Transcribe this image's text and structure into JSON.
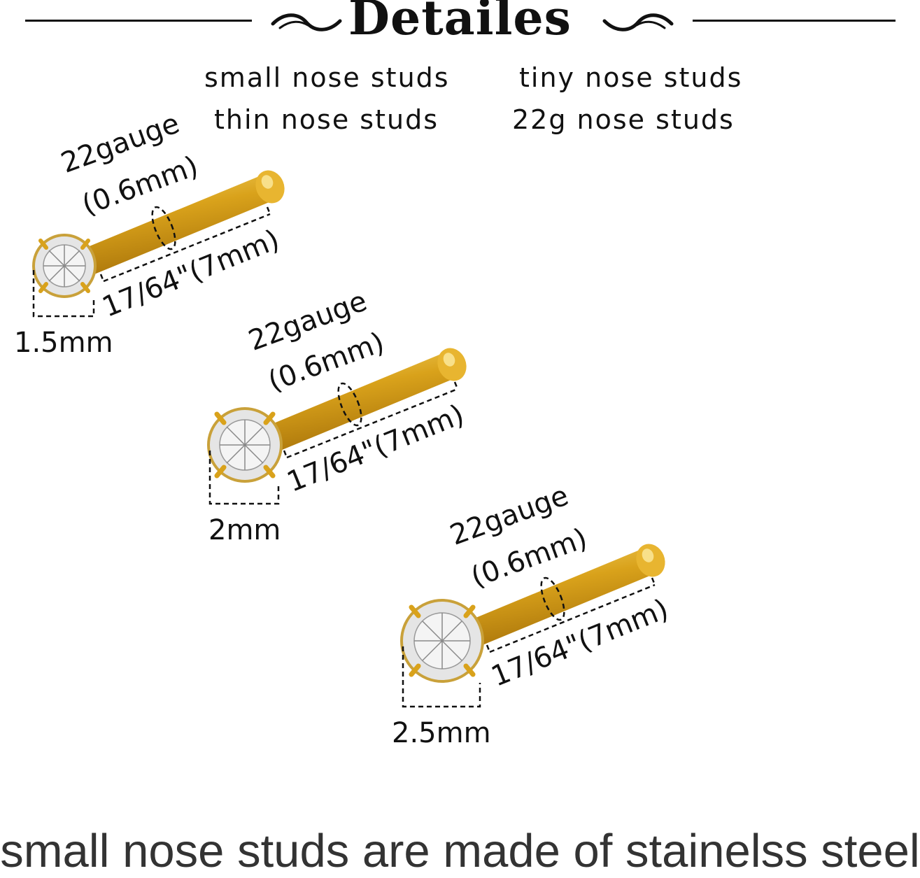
{
  "header": {
    "title": "Detailes"
  },
  "tags": {
    "left_line1": "small nose studs",
    "left_line2": "thin nose studs",
    "right_line1": "tiny nose studs",
    "right_line2": "22g nose studs"
  },
  "studs": [
    {
      "gauge": "22gauge",
      "thickness": "(0.6mm)",
      "length": "17/64\"(7mm)",
      "stone_size": "1.5mm"
    },
    {
      "gauge": "22gauge",
      "thickness": "(0.6mm)",
      "length": "17/64\"(7mm)",
      "stone_size": "2mm"
    },
    {
      "gauge": "22gauge",
      "thickness": "(0.6mm)",
      "length": "17/64\"(7mm)",
      "stone_size": "2.5mm"
    }
  ],
  "footer": {
    "text": "small nose studs are made of stainelss steel"
  },
  "colors": {
    "gold": "#d9a21b",
    "gold_light": "#f6d66a",
    "gold_dark": "#a8730a",
    "text": "#111111"
  }
}
